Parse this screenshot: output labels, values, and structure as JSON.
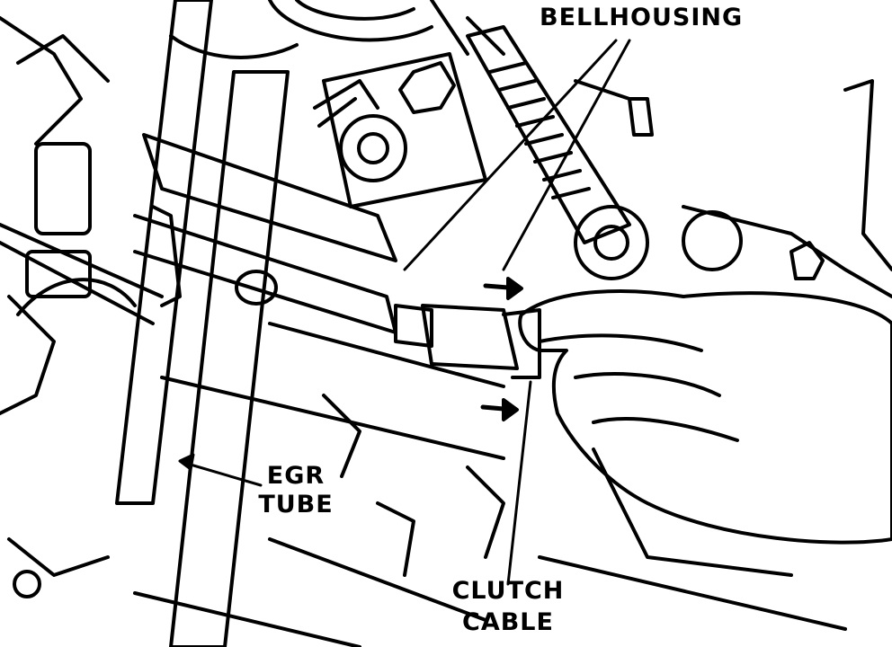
{
  "labels": {
    "bellhousing": "BELLHOUSING",
    "egr_tube_line1": "EGR",
    "egr_tube_line2": "TUBE",
    "clutch_cable_line1": "CLUTCH",
    "clutch_cable_line2": "CABLE"
  },
  "colors": {
    "ink": "#000000",
    "paper": "#ffffff"
  }
}
